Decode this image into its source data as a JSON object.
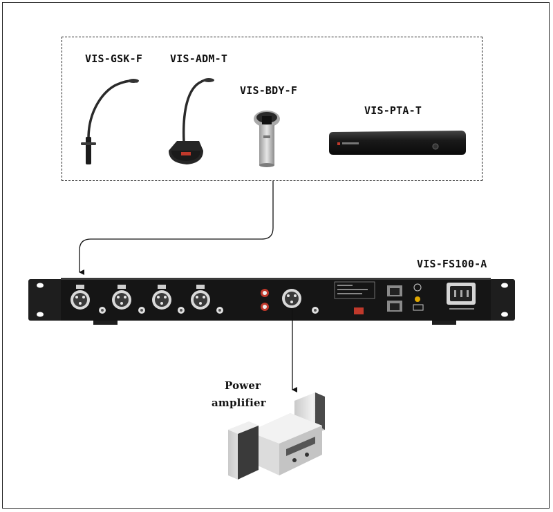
{
  "devices": {
    "gooseneck_floor": "VIS-GSK-F",
    "desktop_mic": "VIS-ADM-T",
    "boundary_mic": "VIS-BDY-F",
    "tablet_array": "VIS-PTA-T"
  },
  "processor": {
    "model": "VIS-FS100-A"
  },
  "amplifier": {
    "line1": "Power",
    "line2": "amplifier"
  }
}
